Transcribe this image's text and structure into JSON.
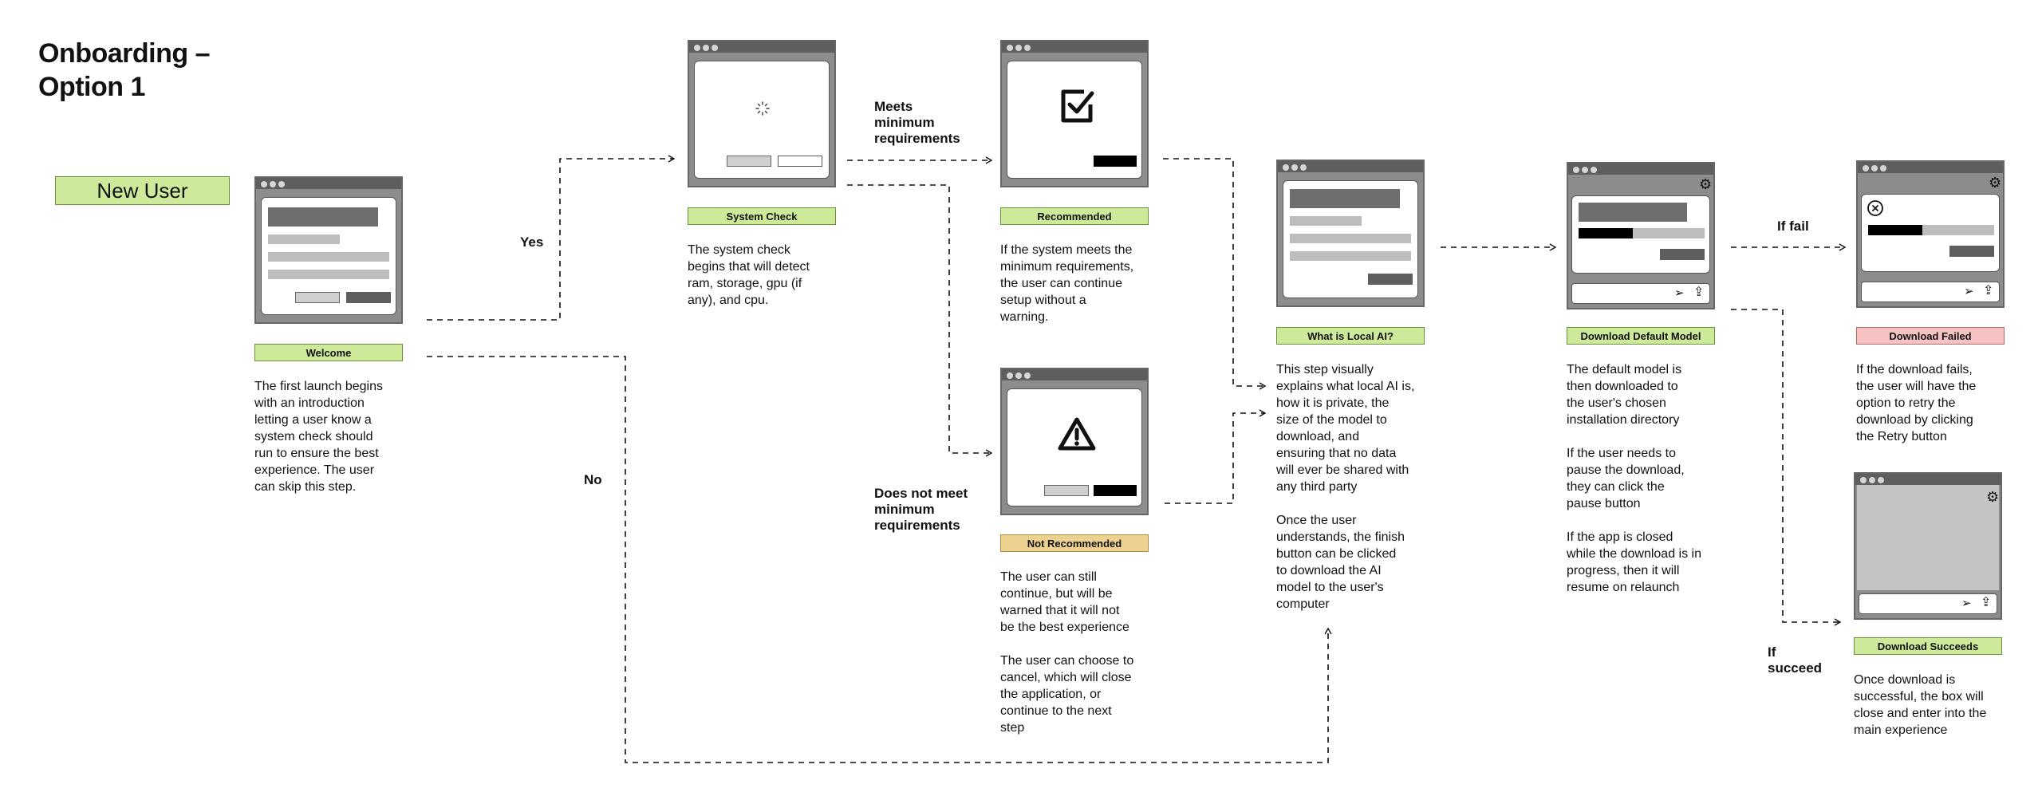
{
  "title": "Onboarding –\nOption 1",
  "start_node": "New User",
  "nodes": {
    "welcome": {
      "label": "Welcome",
      "desc": "The first launch begins\nwith an introduction\nletting a user know a\nsystem check should\nrun to ensure the best\nexperience. The user\ncan skip this step."
    },
    "system_check": {
      "label": "System Check",
      "desc": "The system check\nbegins that will detect\nram, storage, gpu (if\nany), and cpu."
    },
    "recommended": {
      "label": "Recommended",
      "desc": "If the system meets the\nminimum requirements,\nthe user can continue\nsetup without a\nwarning."
    },
    "not_recommended": {
      "label": "Not Recommended",
      "desc": "The user can still\ncontinue, but will be\nwarned that it will not\nbe the best experience\n\nThe user can choose to\ncancel, which will close\nthe application, or\ncontinue to the next\nstep"
    },
    "local_ai": {
      "label": "What is Local AI?",
      "desc": "This step visually\nexplains what local AI is,\nhow it is private, the\nsize of the model to\ndownload, and\nensuring that no data\nwill ever be shared with\nany third party\n\nOnce the user\nunderstands, the finish\nbutton can be clicked\nto download the AI\nmodel to the user's\ncomputer"
    },
    "download_default": {
      "label": "Download Default Model",
      "desc": "The default model is\nthen downloaded to\nthe user's chosen\ninstallation directory\n\nIf the user needs to\npause the download,\nthey can click the\npause button\n\nIf the app is closed\nwhile the download is in\nprogress, then it will\nresume on relaunch"
    },
    "download_failed": {
      "label": "Download Failed",
      "desc": "If the download fails,\nthe user will have the\noption to retry the\ndownload by clicking\nthe Retry button"
    },
    "download_succeeds": {
      "label": "Download Succeeds",
      "desc": "Once download is\nsuccessful, the box will\nclose and enter into the\nmain experience"
    }
  },
  "edges": {
    "yes": "Yes",
    "no": "No",
    "meets": "Meets\nminimum\nrequirements",
    "not_meets": "Does not meet\nminimum\nrequirements",
    "if_fail": "If fail",
    "if_succeed": "If\nsucceed"
  },
  "colors": {
    "label_green": "#cde99a",
    "label_orange": "#ecd191",
    "label_red": "#f6c2c2",
    "window_frame": "#8c8c8c",
    "window_bar": "#5e5e5e"
  },
  "icons": {
    "spinner": "loading-spinner-icon",
    "check": "checkbox-checked-icon",
    "warning": "warning-triangle-icon",
    "error": "circle-x-icon",
    "settings": "gear-icon",
    "send": "send-icon",
    "upload": "upload-icon"
  }
}
